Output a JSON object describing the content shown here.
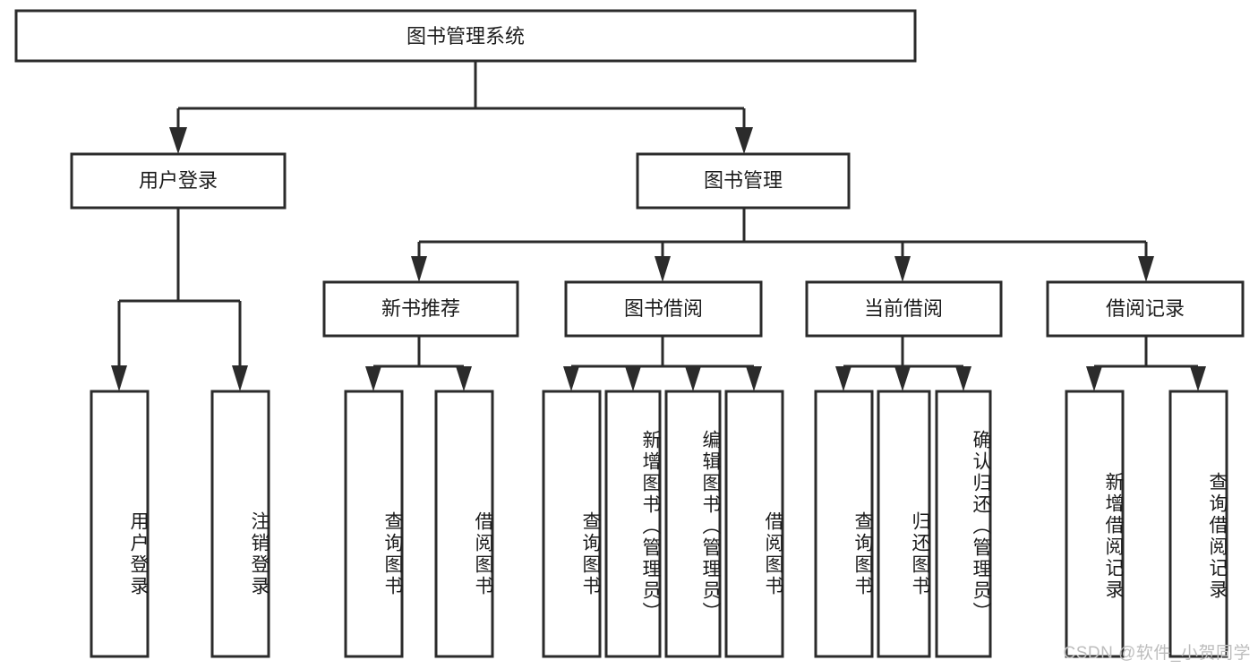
{
  "diagram": {
    "type": "tree",
    "title_node": "图书管理系统",
    "watermark": "CSDN @软件_小贺同学",
    "colors": {
      "stroke": "#2b2b2b",
      "fill": "#ffffff",
      "text": "#1c1c1c",
      "watermark": "#bdbdbd",
      "background": "#ffffff"
    },
    "levels": {
      "level1": [
        {
          "id": "root",
          "label": "图书管理系统",
          "orientation": "horizontal"
        }
      ],
      "level2": [
        {
          "id": "user-login",
          "label": "用户登录",
          "orientation": "horizontal",
          "parent": "root"
        },
        {
          "id": "book-manage",
          "label": "图书管理",
          "orientation": "horizontal",
          "parent": "root"
        }
      ],
      "level3": [
        {
          "id": "new-book-rec",
          "label": "新书推荐",
          "orientation": "horizontal",
          "parent": "book-manage"
        },
        {
          "id": "book-borrow",
          "label": "图书借阅",
          "orientation": "horizontal",
          "parent": "book-manage"
        },
        {
          "id": "current-borrow",
          "label": "当前借阅",
          "orientation": "horizontal",
          "parent": "book-manage"
        },
        {
          "id": "borrow-record",
          "label": "借阅记录",
          "orientation": "horizontal",
          "parent": "book-manage"
        }
      ],
      "level4": [
        {
          "id": "leaf-user-login",
          "label": "用户登录",
          "orientation": "vertical",
          "parent": "user-login"
        },
        {
          "id": "leaf-logout",
          "label": "注销登录",
          "orientation": "vertical",
          "parent": "user-login"
        },
        {
          "id": "leaf-query-book-rec",
          "label": "查询图书",
          "orientation": "vertical",
          "parent": "new-book-rec"
        },
        {
          "id": "leaf-borrow-book-rec",
          "label": "借阅图书",
          "orientation": "vertical",
          "parent": "new-book-rec"
        },
        {
          "id": "leaf-query-book-borrow",
          "label": "查询图书",
          "orientation": "vertical",
          "parent": "book-borrow"
        },
        {
          "id": "leaf-add-book",
          "label": "新增图书（管理员）",
          "orientation": "vertical",
          "parent": "book-borrow"
        },
        {
          "id": "leaf-edit-book",
          "label": "编辑图书（管理员）",
          "orientation": "vertical",
          "parent": "book-borrow"
        },
        {
          "id": "leaf-borrow-book",
          "label": "借阅图书",
          "orientation": "vertical",
          "parent": "book-borrow"
        },
        {
          "id": "leaf-query-book-current",
          "label": "查询图书",
          "orientation": "vertical",
          "parent": "current-borrow"
        },
        {
          "id": "leaf-return-book",
          "label": "归还图书",
          "orientation": "vertical",
          "parent": "current-borrow"
        },
        {
          "id": "leaf-confirm-return",
          "label": "确认归还（管理员）",
          "orientation": "vertical",
          "parent": "current-borrow"
        },
        {
          "id": "leaf-add-record",
          "label": "新增借阅记录",
          "orientation": "vertical",
          "parent": "borrow-record"
        },
        {
          "id": "leaf-query-record",
          "label": "查询借阅记录",
          "orientation": "vertical",
          "parent": "borrow-record"
        }
      ]
    }
  }
}
